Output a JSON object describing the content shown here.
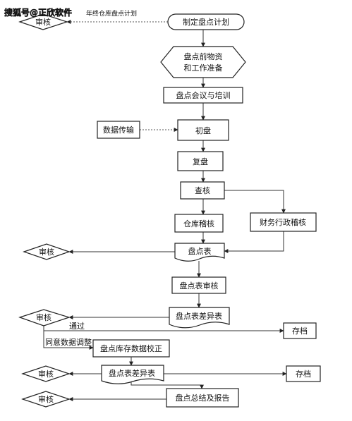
{
  "watermark": "搜狐号@正欣软件",
  "nodes": {
    "plan": "制定盘点计划",
    "year_plan": "年终仓库盘点计划",
    "review1": "审核",
    "prep": "盘点前物资\n和工作准备",
    "meeting": "盘点会议与培训",
    "data_transfer": "数据传输",
    "first": "初盘",
    "recheck": "复盘",
    "audit": "查核",
    "warehouse_verify": "仓库稽核",
    "finance_verify": "财务行政稽核",
    "review2": "审核",
    "count_sheet": "盘点表",
    "sheet_review": "盘点表审核",
    "review3": "审核",
    "diff_sheet": "盘点表差异表",
    "pass": "通过",
    "archive1": "存档",
    "agree_adjust": "同意数据调整",
    "inv_correct": "盘点库存数据校正",
    "review4": "审核",
    "diff_sheet2": "盘点表差异表",
    "archive2": "存档",
    "review5": "审核",
    "summary": "盘点总结及报告"
  }
}
